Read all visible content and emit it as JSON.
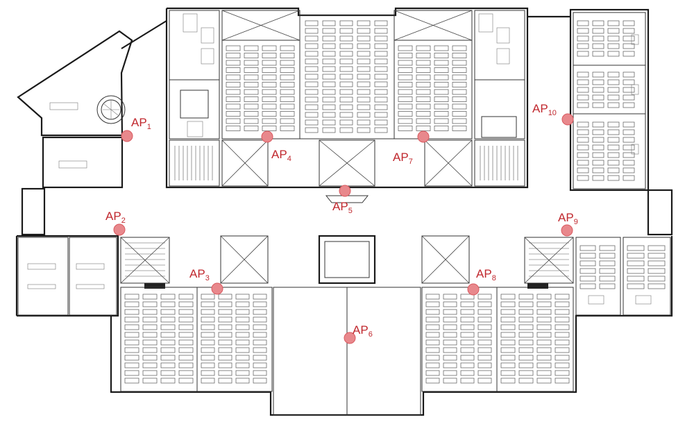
{
  "access_points": [
    {
      "prefix": "AP",
      "num": "1"
    },
    {
      "prefix": "AP",
      "num": "2"
    },
    {
      "prefix": "AP",
      "num": "3"
    },
    {
      "prefix": "AP",
      "num": "4"
    },
    {
      "prefix": "AP",
      "num": "5"
    },
    {
      "prefix": "AP",
      "num": "6"
    },
    {
      "prefix": "AP",
      "num": "7"
    },
    {
      "prefix": "AP",
      "num": "8"
    },
    {
      "prefix": "AP",
      "num": "9"
    },
    {
      "prefix": "AP",
      "num": "10"
    }
  ],
  "colors": {
    "ap_label": "#c0272d",
    "ap_marker": "#e8888c",
    "walls": "#1a1a1a"
  }
}
